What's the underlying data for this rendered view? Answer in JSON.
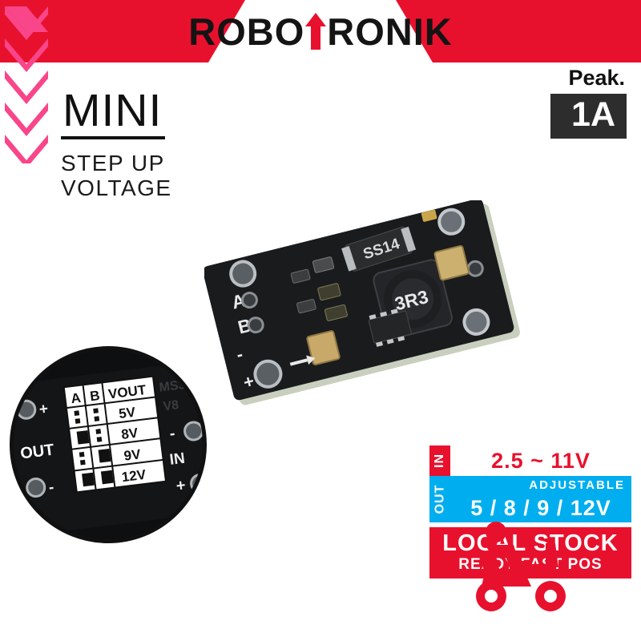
{
  "brand": {
    "name_part1": "ROBO",
    "name_part2": "RONIK",
    "arrow_icon": "up-arrow-icon"
  },
  "title": {
    "main": "MINI",
    "sub_line1": "STEP UP",
    "sub_line2": "VOLTAGE"
  },
  "peak": {
    "label": "Peak.",
    "value": "1A"
  },
  "spec": {
    "in_tag": "IN",
    "in_value": "2.5 ~ 11V",
    "out_tag": "OUT",
    "adjustable": "ADJUSTABLE",
    "out_value": "5 / 8 / 9 / 12V"
  },
  "stock": {
    "line1": "LOCAL STOCK",
    "line2": "READY FAST POS"
  },
  "magnifier": {
    "out_label": "OUT",
    "table_headers": [
      "A",
      "B",
      "VOUT"
    ],
    "table_rows": [
      {
        "a": "",
        "b": "",
        "vout": "5V"
      },
      {
        "a": "",
        "b": "",
        "vout": "8V"
      },
      {
        "a": "",
        "b": "",
        "vout": "9V"
      },
      {
        "a": "",
        "b": "",
        "vout": "12V"
      }
    ],
    "pad_plus_top": "+",
    "pad_minus_bottom": "-",
    "right_minus": "-",
    "right_in": "IN",
    "right_plus": "+"
  },
  "pcb": {
    "label_a": "A",
    "label_b": "B",
    "label_minus_left": "-",
    "label_plus_bottom": "+",
    "label_plus_top": "+",
    "diode_text": "SS14",
    "inductor_text": "3R3",
    "arrow_icon": "flow-arrow-icon"
  },
  "colors": {
    "red": "#e8112d",
    "blue": "#00aeef",
    "pink": "#f9468a",
    "dark": "#2d2d2d"
  }
}
